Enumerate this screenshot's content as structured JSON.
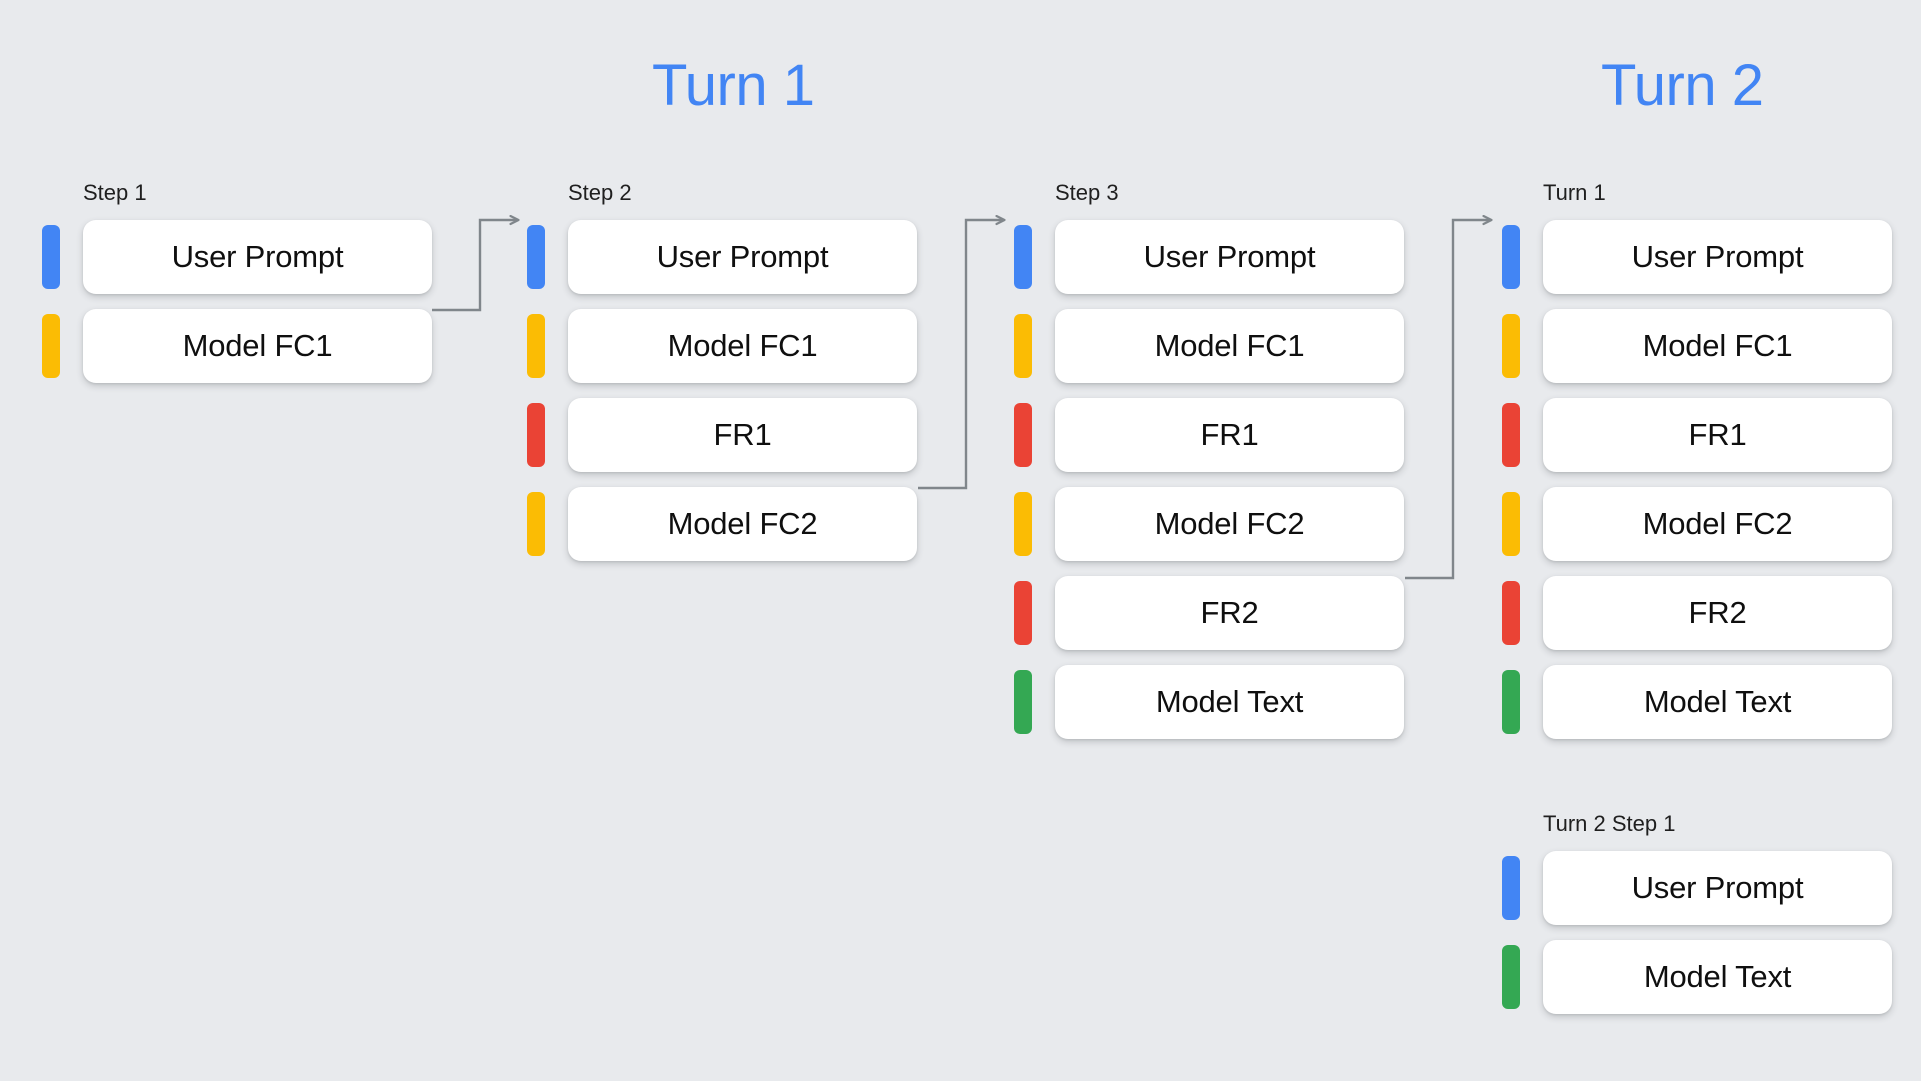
{
  "headings": [
    {
      "id": "turn-1",
      "label": "Turn 1"
    },
    {
      "id": "turn-2",
      "label": "Turn 2"
    }
  ],
  "colors": {
    "background": "#e8eaed",
    "accent_blue": "#4285f4",
    "accent_yellow": "#fbbc04",
    "accent_red": "#ea4335",
    "accent_green": "#34a853",
    "card": "#ffffff",
    "text": "#0f0f0f",
    "connector": "#80868b"
  },
  "columns": [
    {
      "id": "step-1",
      "label": "Step 1",
      "rows": [
        {
          "color": "blue",
          "label": "User Prompt"
        },
        {
          "color": "yellow",
          "label": "Model FC1"
        }
      ]
    },
    {
      "id": "step-2",
      "label": "Step 2",
      "rows": [
        {
          "color": "blue",
          "label": "User Prompt"
        },
        {
          "color": "yellow",
          "label": "Model FC1"
        },
        {
          "color": "red",
          "label": "FR1"
        },
        {
          "color": "yellow",
          "label": "Model FC2"
        }
      ]
    },
    {
      "id": "step-3",
      "label": "Step 3",
      "rows": [
        {
          "color": "blue",
          "label": "User Prompt"
        },
        {
          "color": "yellow",
          "label": "Model FC1"
        },
        {
          "color": "red",
          "label": "FR1"
        },
        {
          "color": "yellow",
          "label": "Model FC2"
        },
        {
          "color": "red",
          "label": "FR2"
        },
        {
          "color": "green",
          "label": "Model Text"
        }
      ]
    },
    {
      "id": "turn-1",
      "label": "Turn 1",
      "rows": [
        {
          "color": "blue",
          "label": "User Prompt"
        },
        {
          "color": "yellow",
          "label": "Model FC1"
        },
        {
          "color": "red",
          "label": "FR1"
        },
        {
          "color": "yellow",
          "label": "Model FC2"
        },
        {
          "color": "red",
          "label": "FR2"
        },
        {
          "color": "green",
          "label": "Model Text"
        }
      ]
    },
    {
      "id": "turn-2-step-1",
      "label": "Turn 2 Step 1",
      "rows": [
        {
          "color": "blue",
          "label": "User Prompt"
        },
        {
          "color": "green",
          "label": "Model Text"
        }
      ]
    }
  ],
  "connectors": [
    {
      "id": "connector-1",
      "from": "step-1.Model FC1",
      "to": "step-2.User Prompt"
    },
    {
      "id": "connector-2",
      "from": "step-2.Model FC2",
      "to": "step-3.User Prompt"
    },
    {
      "id": "connector-3",
      "from": "step-3.FR2",
      "to": "turn-1.User Prompt"
    }
  ]
}
